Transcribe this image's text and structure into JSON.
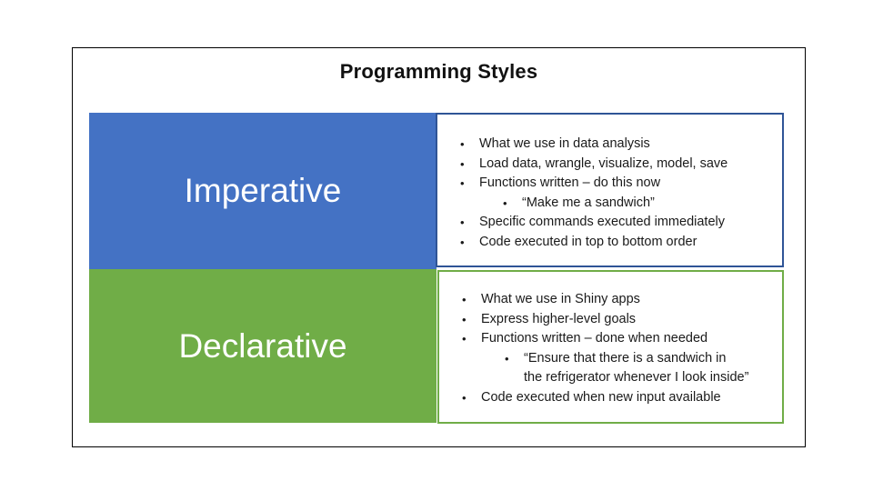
{
  "slide": {
    "title": "Programming Styles"
  },
  "colors": {
    "frame_border": "#000000",
    "imperative_fill": "#4472C4",
    "imperative_border": "#2F5496",
    "declarative_fill": "#70AD47",
    "declarative_border": "#70AD47",
    "label_text": "#FFFFFF",
    "body_text": "#1A1A1A"
  },
  "bullet_char": "•",
  "imperative": {
    "label": "Imperative",
    "bullets": [
      {
        "level": 0,
        "text": "What we use in data analysis"
      },
      {
        "level": 0,
        "text": "Load data, wrangle, visualize, model, save"
      },
      {
        "level": 0,
        "text": "Functions written – do this now"
      },
      {
        "level": 1,
        "text": "“Make me a sandwich”"
      },
      {
        "level": 0,
        "text": "Specific commands executed immediately"
      },
      {
        "level": 0,
        "text": "Code executed in top to bottom order"
      }
    ]
  },
  "declarative": {
    "label": "Declarative",
    "bullets": [
      {
        "level": 0,
        "text": "What we use in Shiny apps"
      },
      {
        "level": 0,
        "text": "Express higher-level goals"
      },
      {
        "level": 0,
        "text": "Functions written – done when needed"
      },
      {
        "level": 1,
        "text": "“Ensure that there is a sandwich in"
      },
      {
        "level": 1,
        "text": "the refrigerator whenever I look inside”",
        "bullet": false
      },
      {
        "level": 0,
        "text": "Code executed when new input available"
      }
    ]
  }
}
